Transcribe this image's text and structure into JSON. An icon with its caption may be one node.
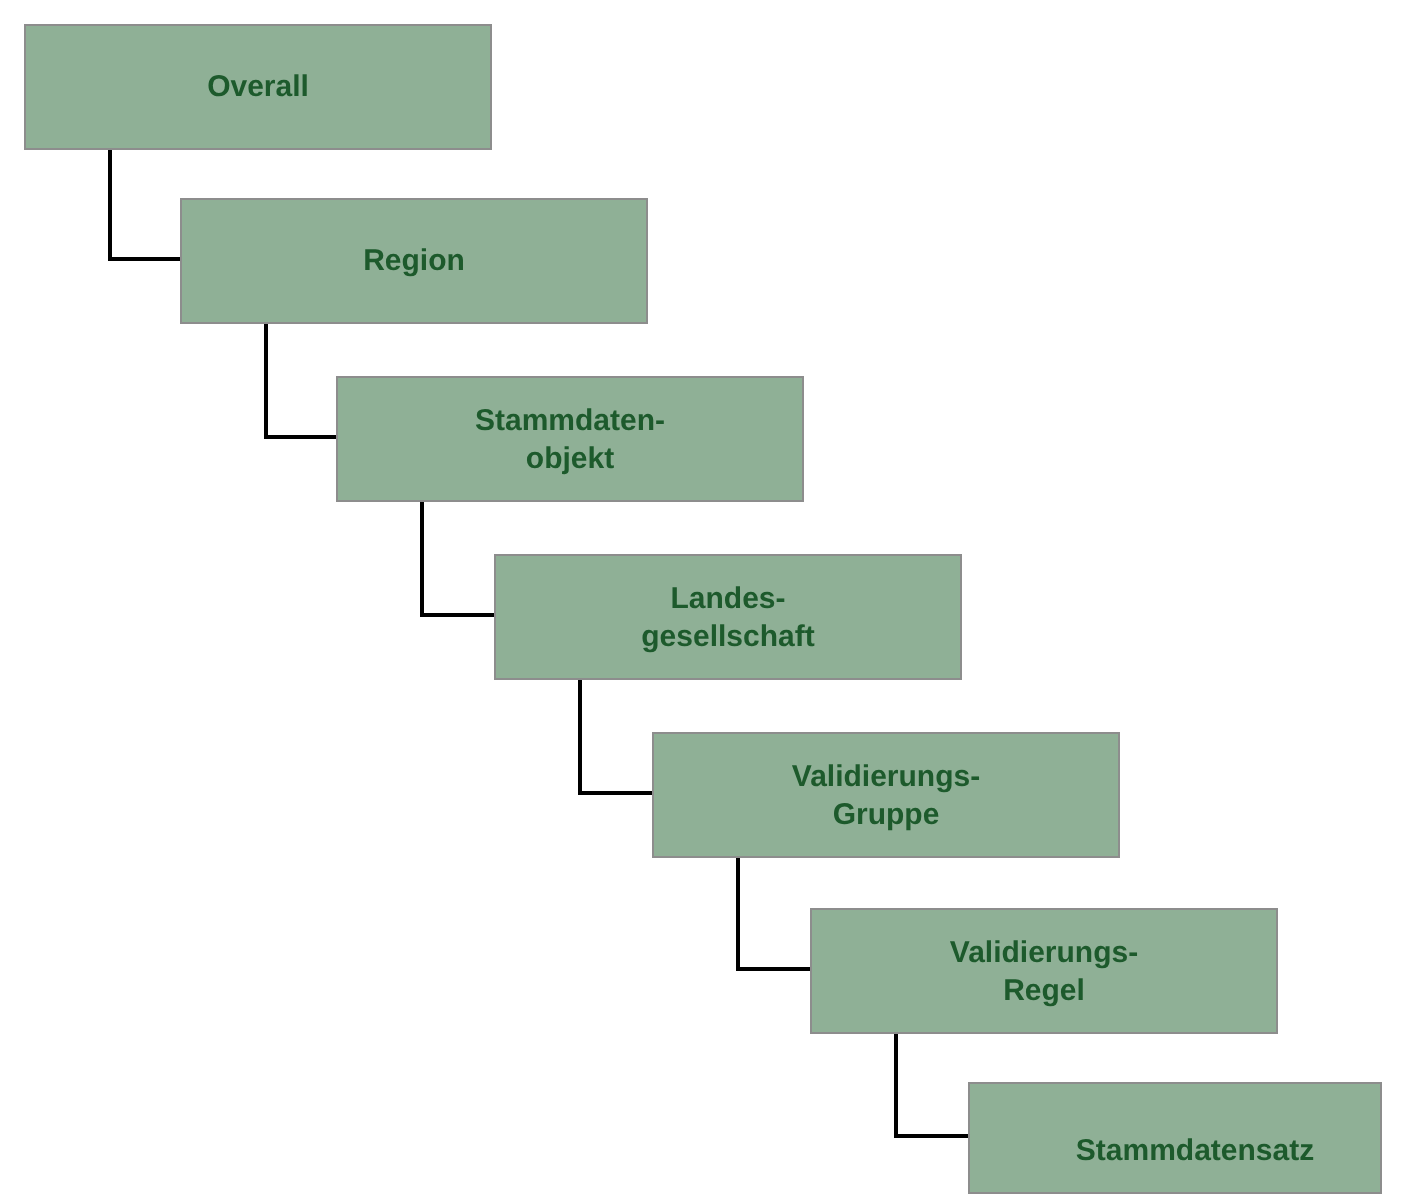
{
  "diagram": {
    "nodes": [
      {
        "text": [
          "Overall"
        ]
      },
      {
        "text": [
          "Region"
        ]
      },
      {
        "text": [
          "Stammdaten- objekt"
        ]
      },
      {
        "text": [
          "Landes- gesellschaft"
        ]
      },
      {
        "text": [
          "Validierungs- Gruppe"
        ]
      },
      {
        "text": [
          "Validierungs- Regel"
        ]
      },
      {
        "text": [
          "Stammdatensatz"
        ]
      }
    ],
    "edges": [
      {
        "from": 0,
        "to": 1,
        "arrow": "none"
      },
      {
        "from": 1,
        "to": 2,
        "arrow": "none"
      },
      {
        "from": 2,
        "to": 3,
        "arrow": "none"
      },
      {
        "from": 3,
        "to": 4,
        "arrow": "none"
      },
      {
        "from": 4,
        "to": 5,
        "arrow": "none"
      },
      {
        "from": 5,
        "to": 6,
        "arrow": "none"
      }
    ]
  }
}
